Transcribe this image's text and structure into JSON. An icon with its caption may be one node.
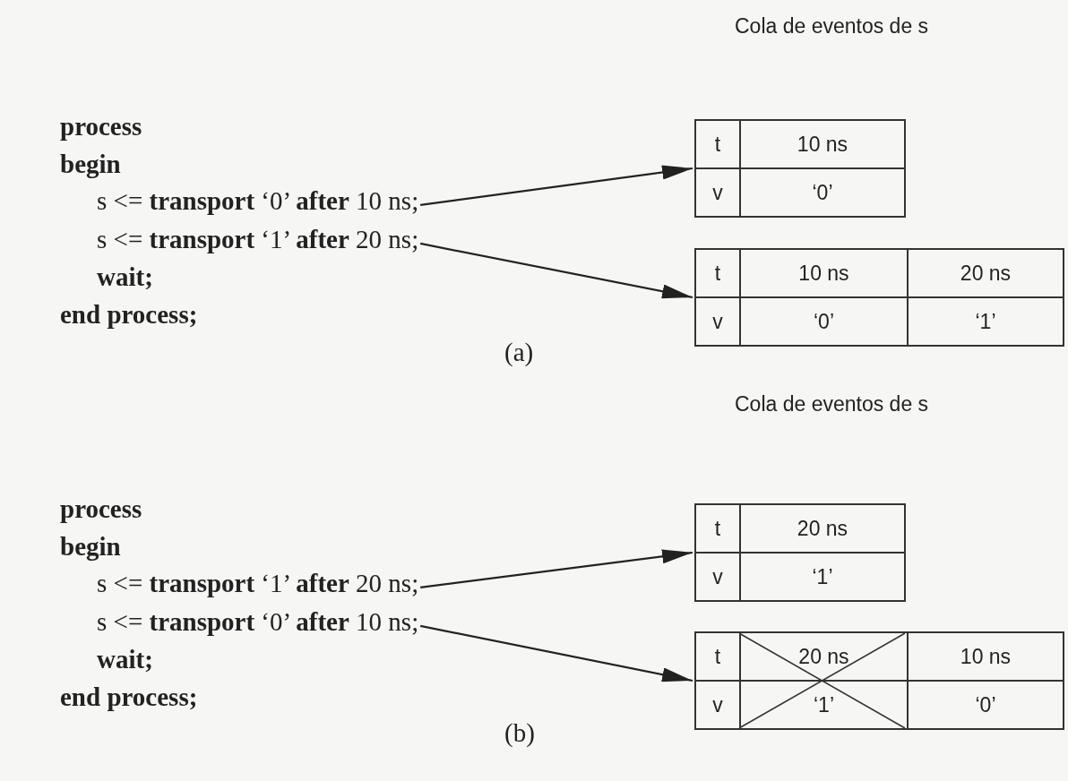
{
  "diagram": {
    "nodes": [
      {
        "text": [
          "s <= **transport** ‘0’ **after** 10 ns;"
        ]
      },
      {
        "text": [
          "s <= **transport** ‘1’ **after** 20 ns;"
        ]
      },
      {
        "text": [
          "t",
          "10 ns",
          "v",
          "‘0’"
        ]
      },
      {
        "text": [
          "t",
          "10 ns",
          "20 ns",
          "v",
          "‘0’",
          "‘1’"
        ]
      },
      {
        "text": [
          "s <= **transport** ‘1’ **after** 20 ns;"
        ]
      },
      {
        "text": [
          "s <= **transport** ‘0’ **after** 10 ns;"
        ]
      },
      {
        "text": [
          "t",
          "20 ns",
          "v",
          "‘1’"
        ]
      },
      {
        "text": [
          "t",
          "20 ns",
          "10 ns",
          "v",
          "‘1’",
          "‘0’"
        ]
      }
    ],
    "edges": [
      {
        "from": 0,
        "to": 2,
        "arrow": "to"
      },
      {
        "from": 1,
        "to": 3,
        "arrow": "to"
      },
      {
        "from": 4,
        "to": 6,
        "arrow": "to"
      },
      {
        "from": 5,
        "to": 7,
        "arrow": "to"
      }
    ],
    "labels": [
      "Cola de eventos de s",
      "process",
      "begin",
      "wait;",
      "end process;",
      "(a)",
      "Cola de eventos de s",
      "process",
      "begin",
      "wait;",
      "end process;",
      "(b)"
    ]
  }
}
